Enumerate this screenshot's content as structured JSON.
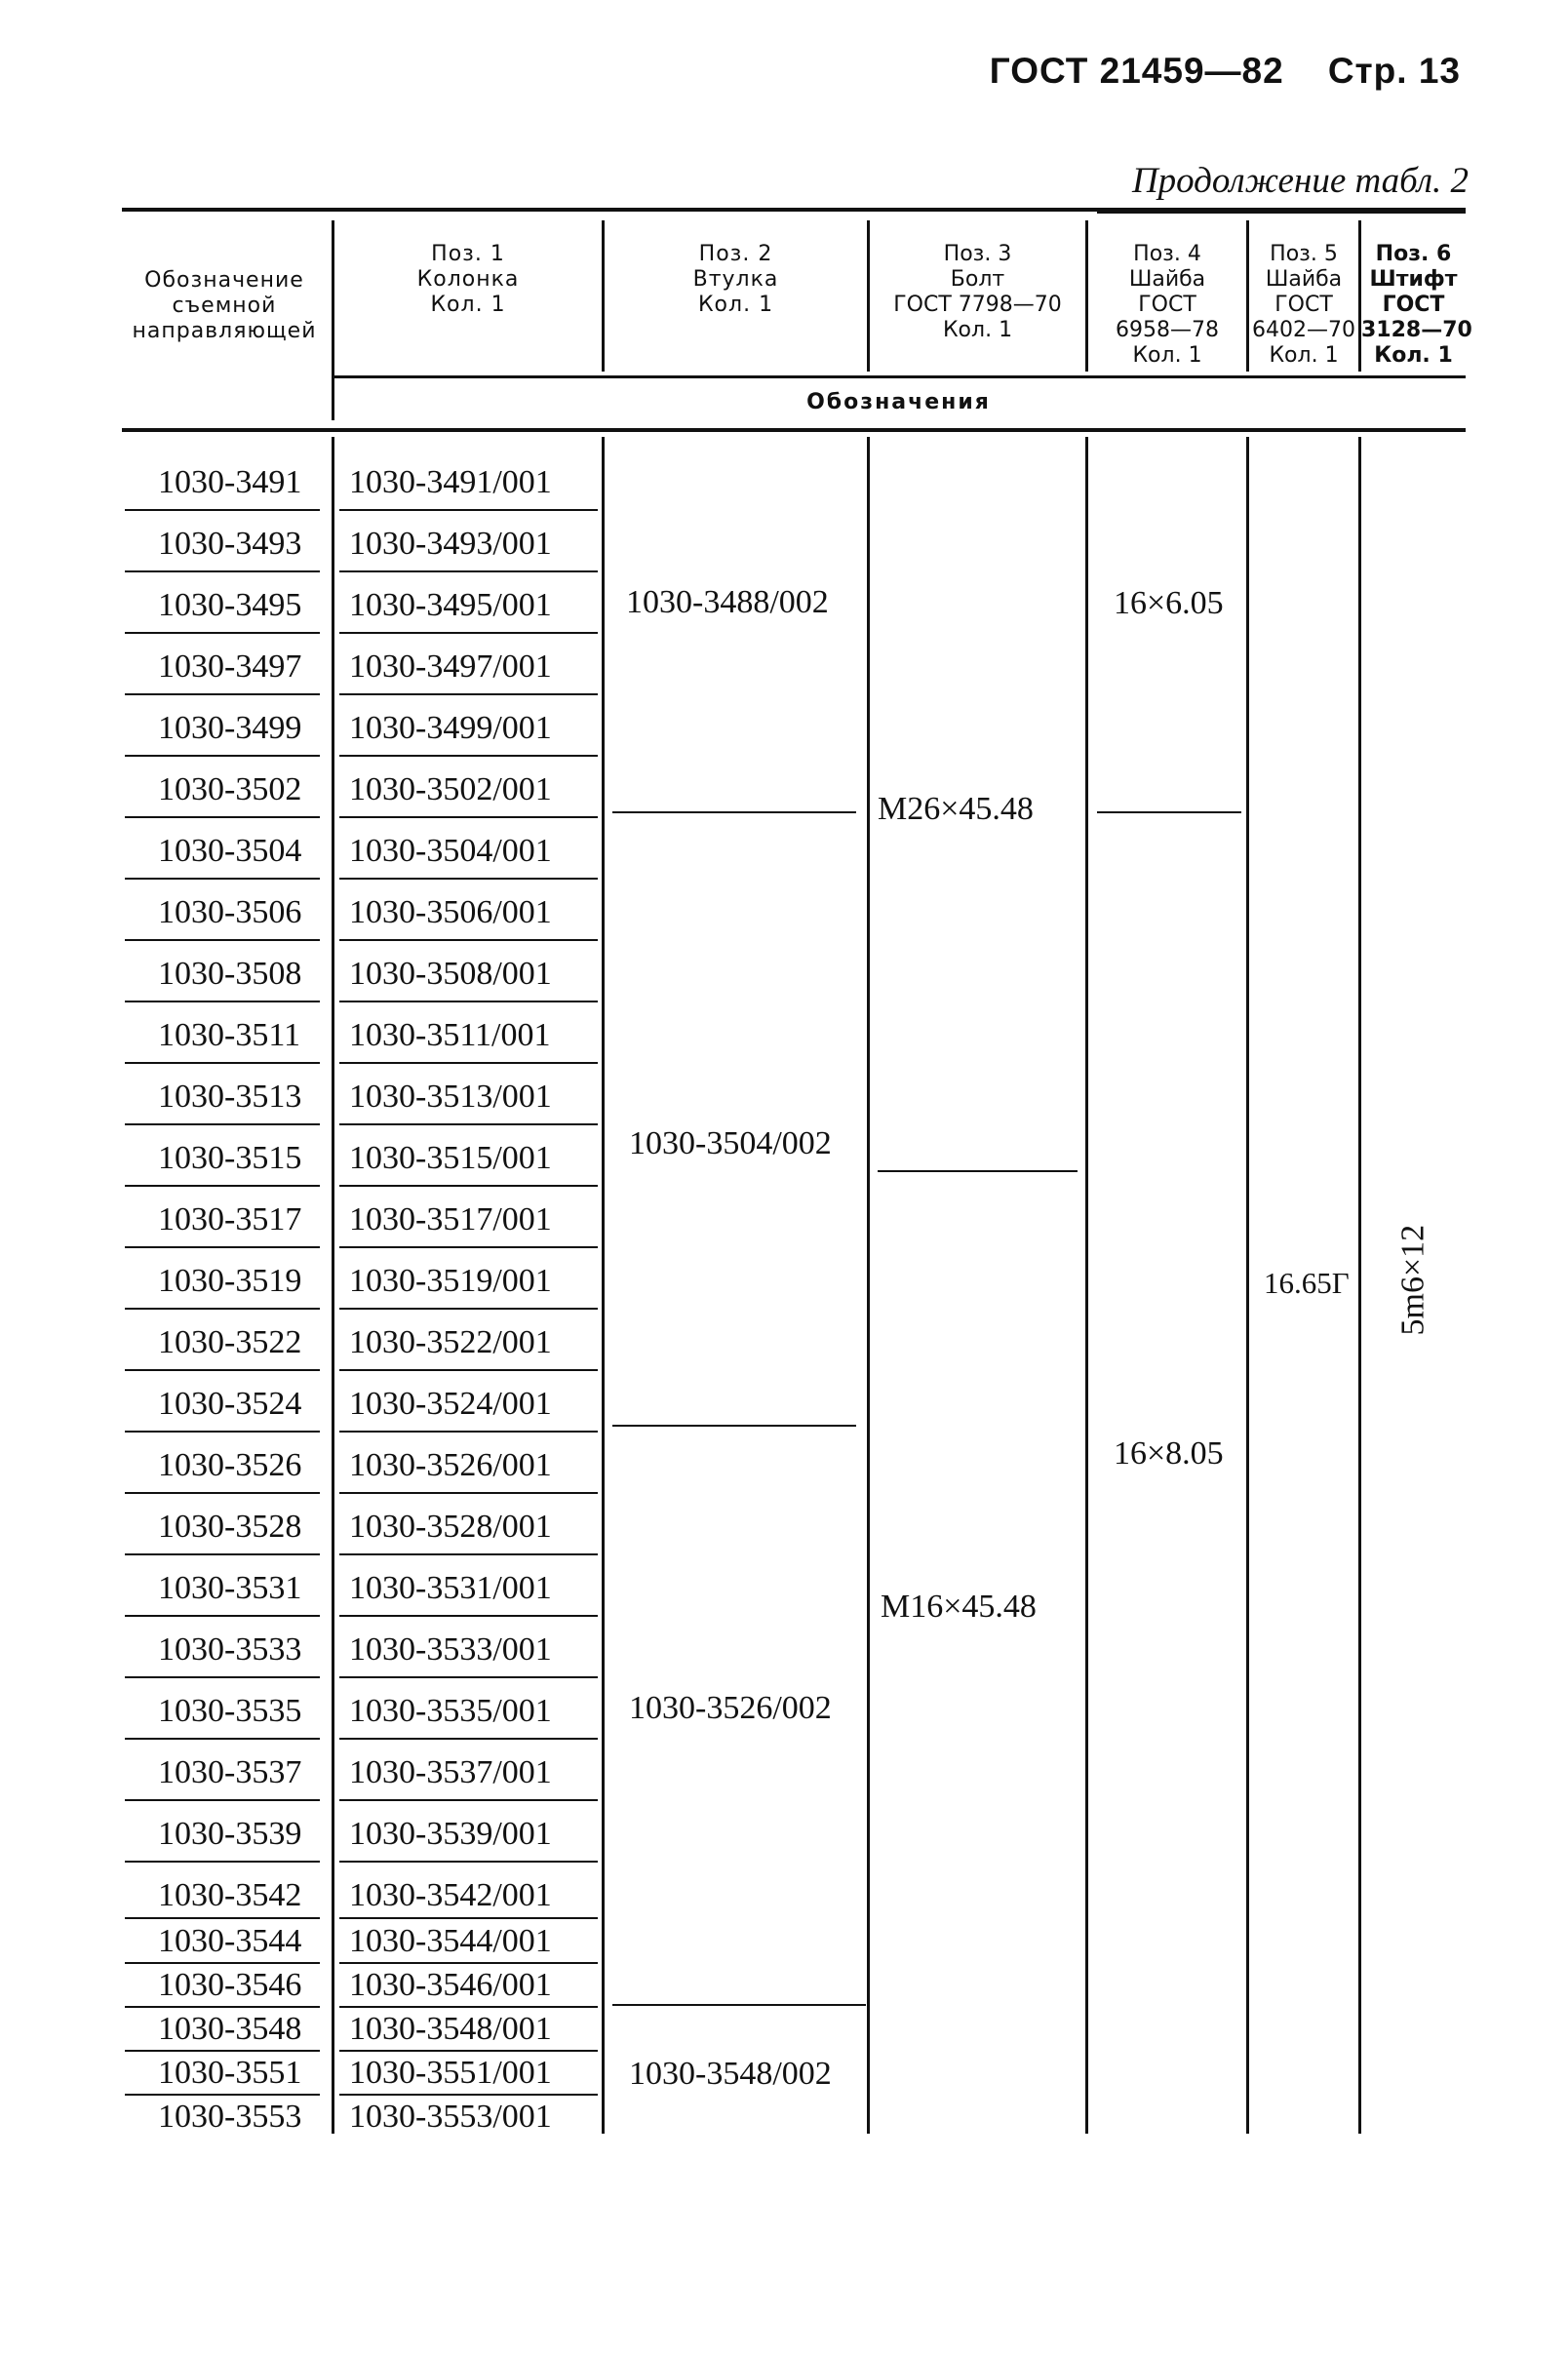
{
  "header": {
    "standard": "ГОСТ 21459—82",
    "page": "Стр. 13"
  },
  "continuation": "Продолжение табл. 2",
  "columns": [
    {
      "lines": [
        "Обозначение",
        "съемной",
        "направляющей"
      ]
    },
    {
      "lines": [
        "Поз. 1",
        "Колонка",
        "Кол. 1"
      ]
    },
    {
      "lines": [
        "Поз. 2",
        "Втулка",
        "Кол. 1"
      ]
    },
    {
      "lines": [
        "Поз. 3",
        "Болт",
        "ГОСТ 7798—70",
        "Кол. 1"
      ]
    },
    {
      "lines": [
        "Поз. 4",
        "Шайба",
        "ГОСТ",
        "6958—78",
        "Кол. 1"
      ]
    },
    {
      "lines": [
        "Поз. 5",
        "Шайба",
        "ГОСТ",
        "6402—70",
        "Кол. 1"
      ]
    },
    {
      "lines": [
        "Поз. 6",
        "Штифт",
        "ГОСТ",
        "3128—70",
        "Кол. 1"
      ]
    }
  ],
  "subheader": "Обозначения",
  "rows": [
    [
      "1030-3491",
      "1030-3491/001"
    ],
    [
      "1030-3493",
      "1030-3493/001"
    ],
    [
      "1030-3495",
      "1030-3495/001"
    ],
    [
      "1030-3497",
      "1030-3497/001"
    ],
    [
      "1030-3499",
      "1030-3499/001"
    ],
    [
      "1030-3502",
      "1030-3502/001"
    ],
    [
      "1030-3504",
      "1030-3504/001"
    ],
    [
      "1030-3506",
      "1030-3506/001"
    ],
    [
      "1030-3508",
      "1030-3508/001"
    ],
    [
      "1030-3511",
      "1030-3511/001"
    ],
    [
      "1030-3513",
      "1030-3513/001"
    ],
    [
      "1030-3515",
      "1030-3515/001"
    ],
    [
      "1030-3517",
      "1030-3517/001"
    ],
    [
      "1030-3519",
      "1030-3519/001"
    ],
    [
      "1030-3522",
      "1030-3522/001"
    ],
    [
      "1030-3524",
      "1030-3524/001"
    ],
    [
      "1030-3526",
      "1030-3526/001"
    ],
    [
      "1030-3528",
      "1030-3528/001"
    ],
    [
      "1030-3531",
      "1030-3531/001"
    ],
    [
      "1030-3533",
      "1030-3533/001"
    ],
    [
      "1030-3535",
      "1030-3535/001"
    ],
    [
      "1030-3537",
      "1030-3537/001"
    ],
    [
      "1030-3539",
      "1030-3539/001"
    ],
    [
      "1030-3542",
      "1030-3542/001"
    ],
    [
      "1030-3544",
      "1030-3544/001"
    ],
    [
      "1030-3546",
      "1030-3546/001"
    ],
    [
      "1030-3548",
      "1030-3548/001"
    ],
    [
      "1030-3551",
      "1030-3551/001"
    ],
    [
      "1030-3553",
      "1030-3553/001"
    ]
  ],
  "pos2_groups": [
    "1030-3488/002",
    "1030-3504/002",
    "1030-3526/002",
    "1030-3548/002"
  ],
  "pos3_groups": [
    "M26×45.48",
    "M16×45.48"
  ],
  "pos4_groups": [
    "16×6.05",
    "16×8.05"
  ],
  "pos5_value": "16.65Г",
  "pos6_value": "5m6×12"
}
